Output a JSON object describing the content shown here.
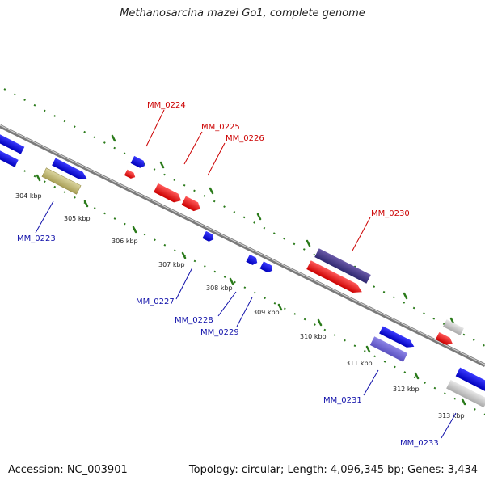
{
  "title": "Methanosarcina mazei Go1, complete genome",
  "footer": {
    "accession": "Accession: NC_003901",
    "summary": "Topology: circular; Length: 4,096,345 bp; Genes: 3,434"
  },
  "colors": {
    "forward_gene": "#ee0000",
    "reverse_gene": "#0000ee",
    "forward_label": "#cc0000",
    "reverse_label": "#1111aa",
    "tick": "#2a7a1a",
    "backbone": "#888888"
  },
  "ticks": [
    "304 kbp",
    "305 kbp",
    "306 kbp",
    "307 kbp",
    "308 kbp",
    "309 kbp",
    "310 kbp",
    "311 kbp",
    "312 kbp",
    "313 kbp"
  ],
  "gene_labels": {
    "forward": [
      "MM_0224",
      "MM_0225",
      "MM_0226",
      "MM_0230"
    ],
    "reverse": [
      "MM_0223",
      "MM_0227",
      "MM_0228",
      "MM_0229",
      "MM_0231",
      "MM_0233"
    ]
  }
}
